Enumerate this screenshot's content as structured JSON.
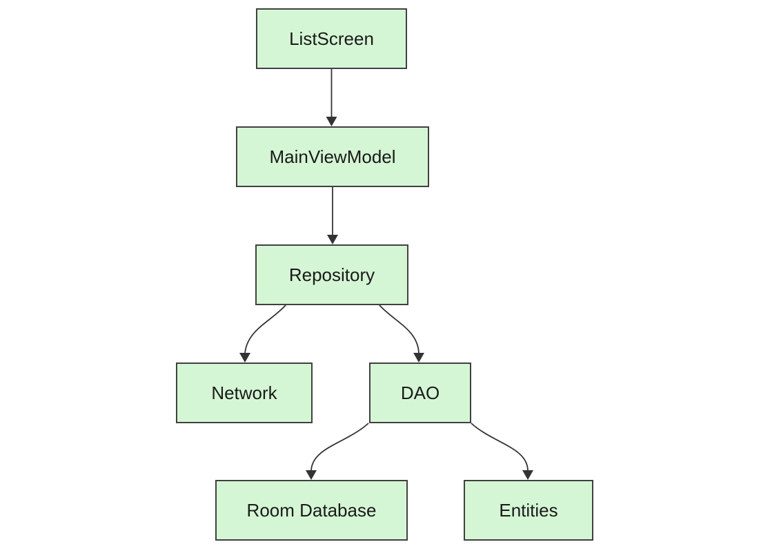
{
  "diagram": {
    "type": "flowchart",
    "direction": "top-down",
    "nodes": [
      {
        "id": "listscreen",
        "label": "ListScreen"
      },
      {
        "id": "mainviewmodel",
        "label": "MainViewModel"
      },
      {
        "id": "repository",
        "label": "Repository"
      },
      {
        "id": "network",
        "label": "Network"
      },
      {
        "id": "dao",
        "label": "DAO"
      },
      {
        "id": "roomdatabase",
        "label": "Room Database"
      },
      {
        "id": "entities",
        "label": "Entities"
      }
    ],
    "edges": [
      {
        "from": "ListScreen",
        "to": "MainViewModel",
        "arrow": "filled-triangle"
      },
      {
        "from": "MainViewModel",
        "to": "Repository",
        "arrow": "filled-triangle"
      },
      {
        "from": "Repository",
        "to": "Network",
        "arrow": "filled-triangle"
      },
      {
        "from": "Repository",
        "to": "DAO",
        "arrow": "filled-triangle"
      },
      {
        "from": "DAO",
        "to": "Room Database",
        "arrow": "filled-triangle"
      },
      {
        "from": "DAO",
        "to": "Entities",
        "arrow": "filled-triangle"
      }
    ],
    "colors": {
      "background": "#ffffff",
      "node_fill": "#d5f6d5",
      "node_border": "#404040",
      "edge": "#333333",
      "text": "#1a1a1a"
    }
  }
}
